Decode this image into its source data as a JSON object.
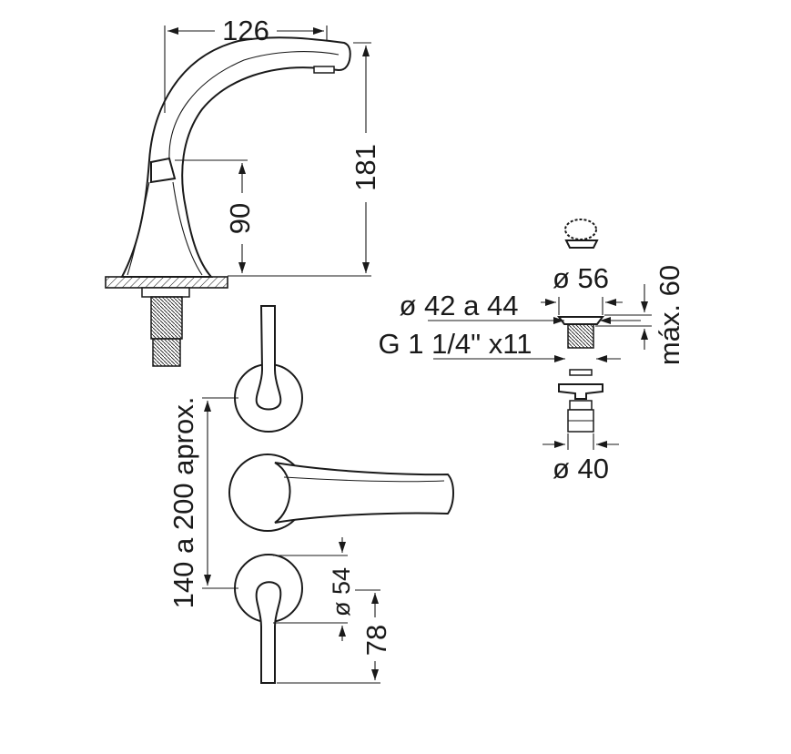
{
  "dimensions": {
    "spout_reach": "126",
    "spout_height": "181",
    "body_height": "90",
    "handle_spacing": "140 a 200 aprox.",
    "escutcheon_diameter": "ø 54",
    "handle_height": "78",
    "drain_cap_diameter": "ø 56",
    "drain_hole_range": "ø 42 a 44",
    "drain_thread": "G 1 1/4\" x11",
    "drain_max_depth": "máx. 60",
    "drain_nut_diameter": "ø 40"
  },
  "colors": {
    "line": "#1a1a1a",
    "background": "#ffffff"
  }
}
